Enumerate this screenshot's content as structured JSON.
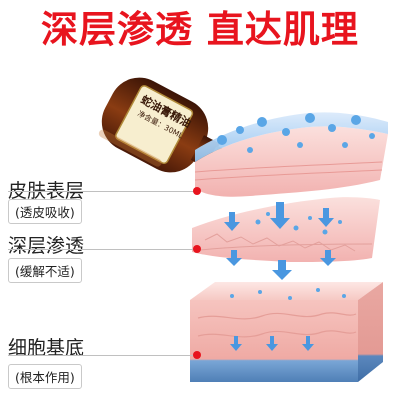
{
  "headline": "深层渗透 直达肌理",
  "bottle": {
    "label_line1": "蛇油膏精油",
    "label_line2": "净含量：30ML"
  },
  "layers": [
    {
      "title": "皮肤表层",
      "note": "(透皮吸收)"
    },
    {
      "title": "深层渗透",
      "note": "(缓解不适)"
    },
    {
      "title": "细胞基底",
      "note": "(根本作用)"
    }
  ],
  "colors": {
    "headline": "#e8141e",
    "dot": "#e8141e",
    "droplet": "#5aa6e6",
    "arrow": "#4a97e0",
    "skin_pink": "#f5b8b8",
    "base_blue": "#5c8fc4"
  }
}
